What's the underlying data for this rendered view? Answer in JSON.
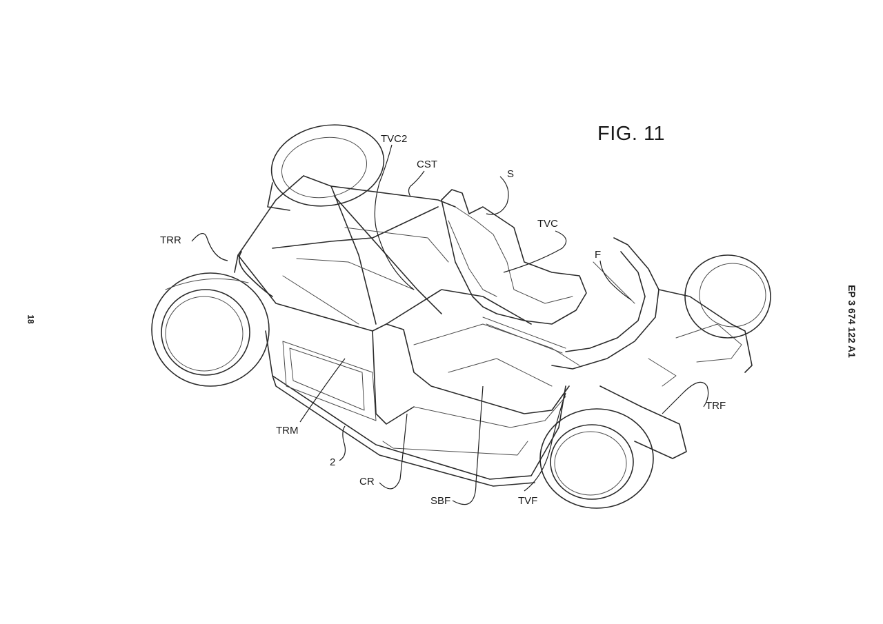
{
  "figure": {
    "title": "FIG. 11"
  },
  "page": {
    "number": "18",
    "publication_number": "EP 3 674 122 A1"
  },
  "labels": {
    "tvc2": "TVC2",
    "cst": "CST",
    "s": "S",
    "tvc": "TVC",
    "f": "F",
    "trr": "TRR",
    "trm": "TRM",
    "two": "2",
    "cr": "CR",
    "sbf": "SBF",
    "tvf": "TVF",
    "trf": "TRF"
  }
}
